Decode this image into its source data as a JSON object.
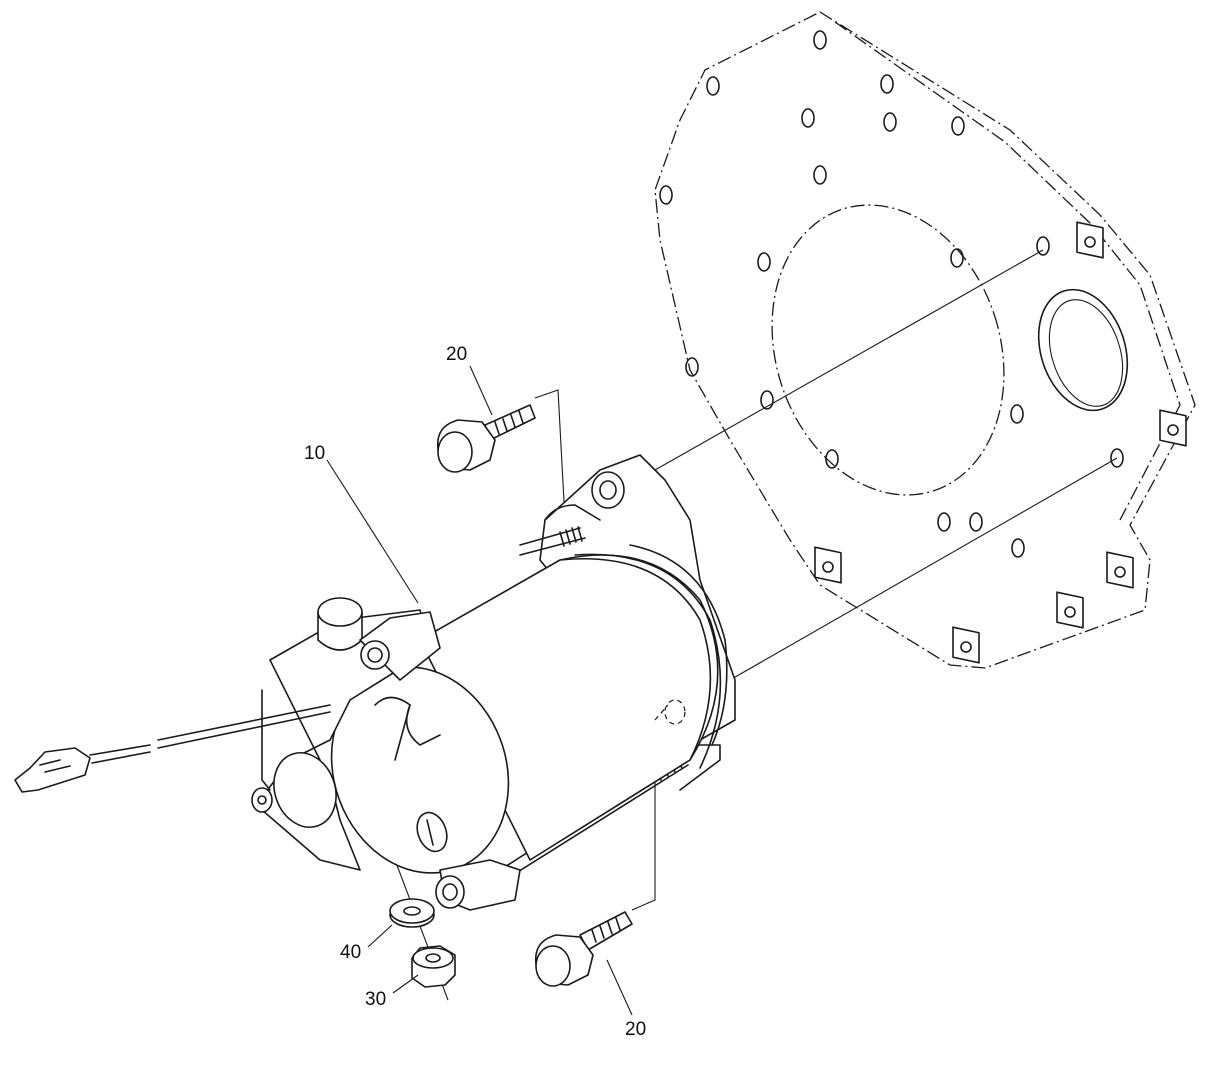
{
  "callouts": {
    "starter_motor": "10",
    "bolt_upper": "20",
    "bolt_lower": "20",
    "nut": "30",
    "washer": "40"
  }
}
